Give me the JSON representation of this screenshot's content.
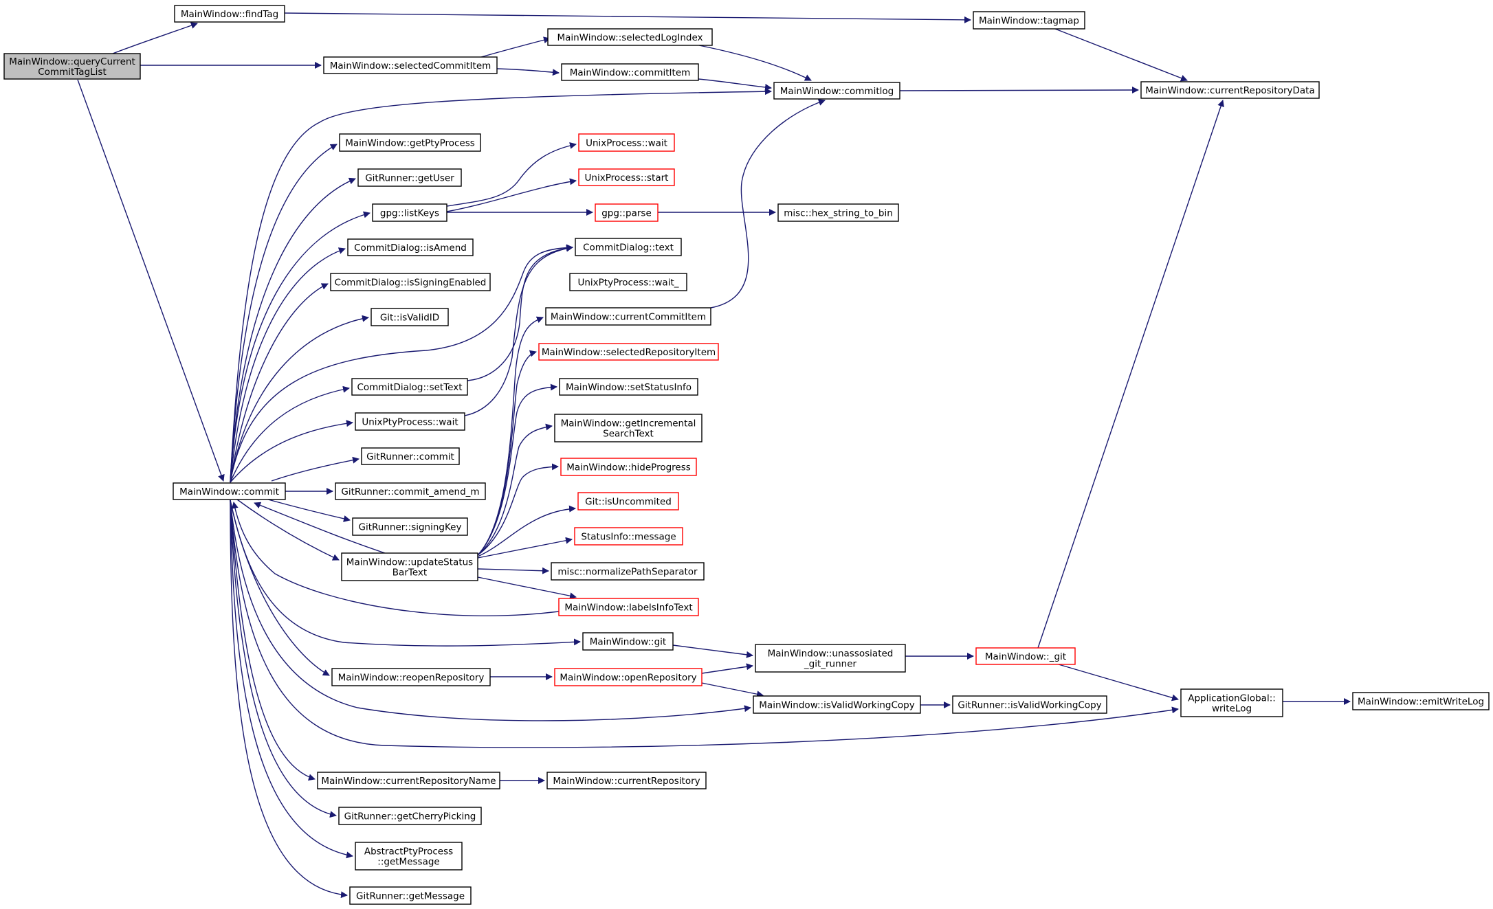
{
  "colors": {
    "edge": "#191970",
    "node_border": "#000000",
    "node_border_external": "#ff0000",
    "node_fill": "#ffffff",
    "root_fill": "#bfbfbf"
  },
  "nodes": [
    {
      "id": "qcctl",
      "lines": [
        "MainWindow::queryCurrent",
        "CommitTagList"
      ],
      "style": "root"
    },
    {
      "id": "findTag",
      "lines": [
        "MainWindow::findTag"
      ],
      "style": "normal"
    },
    {
      "id": "tagmap",
      "lines": [
        "MainWindow::tagmap"
      ],
      "style": "normal"
    },
    {
      "id": "selectedCommitItem",
      "lines": [
        "MainWindow::selectedCommitItem"
      ],
      "style": "normal"
    },
    {
      "id": "selectedLogIndex",
      "lines": [
        "MainWindow::selectedLogIndex"
      ],
      "style": "normal"
    },
    {
      "id": "commitItem",
      "lines": [
        "MainWindow::commitItem"
      ],
      "style": "normal"
    },
    {
      "id": "commitlog",
      "lines": [
        "MainWindow::commitlog"
      ],
      "style": "normal"
    },
    {
      "id": "currentRepositoryData",
      "lines": [
        "MainWindow::currentRepositoryData"
      ],
      "style": "normal"
    },
    {
      "id": "getPtyProcess",
      "lines": [
        "MainWindow::getPtyProcess"
      ],
      "style": "normal"
    },
    {
      "id": "getUser",
      "lines": [
        "GitRunner::getUser"
      ],
      "style": "normal"
    },
    {
      "id": "listKeys",
      "lines": [
        "gpg::listKeys"
      ],
      "style": "normal"
    },
    {
      "id": "upWait",
      "lines": [
        "UnixProcess::wait"
      ],
      "style": "red"
    },
    {
      "id": "upStart",
      "lines": [
        "UnixProcess::start"
      ],
      "style": "red"
    },
    {
      "id": "gpgParse",
      "lines": [
        "gpg::parse"
      ],
      "style": "red"
    },
    {
      "id": "hexToBin",
      "lines": [
        "misc::hex_string_to_bin"
      ],
      "style": "normal"
    },
    {
      "id": "isAmend",
      "lines": [
        "CommitDialog::isAmend"
      ],
      "style": "normal"
    },
    {
      "id": "cdText",
      "lines": [
        "CommitDialog::text"
      ],
      "style": "normal"
    },
    {
      "id": "isSigningEnabled",
      "lines": [
        "CommitDialog::isSigningEnabled"
      ],
      "style": "normal"
    },
    {
      "id": "uppWaitU",
      "lines": [
        "UnixPtyProcess::wait_"
      ],
      "style": "normal"
    },
    {
      "id": "isValidID",
      "lines": [
        "Git::isValidID"
      ],
      "style": "normal"
    },
    {
      "id": "currentCommitItem",
      "lines": [
        "MainWindow::currentCommitItem"
      ],
      "style": "normal"
    },
    {
      "id": "selectedRepositoryItem",
      "lines": [
        "MainWindow::selectedRepositoryItem"
      ],
      "style": "red"
    },
    {
      "id": "setText",
      "lines": [
        "CommitDialog::setText"
      ],
      "style": "normal"
    },
    {
      "id": "setStatusInfo",
      "lines": [
        "MainWindow::setStatusInfo"
      ],
      "style": "normal"
    },
    {
      "id": "uppWait",
      "lines": [
        "UnixPtyProcess::wait"
      ],
      "style": "normal"
    },
    {
      "id": "getIncSearch",
      "lines": [
        "MainWindow::getIncremental",
        "SearchText"
      ],
      "style": "normal"
    },
    {
      "id": "grCommit",
      "lines": [
        "GitRunner::commit"
      ],
      "style": "normal"
    },
    {
      "id": "hideProgress",
      "lines": [
        "MainWindow::hideProgress"
      ],
      "style": "red"
    },
    {
      "id": "commit",
      "lines": [
        "MainWindow::commit"
      ],
      "style": "normal"
    },
    {
      "id": "commitAmend",
      "lines": [
        "GitRunner::commit_amend_m"
      ],
      "style": "normal"
    },
    {
      "id": "isUncommited",
      "lines": [
        "Git::isUncommited"
      ],
      "style": "red"
    },
    {
      "id": "signingKey",
      "lines": [
        "GitRunner::signingKey"
      ],
      "style": "normal"
    },
    {
      "id": "siMessage",
      "lines": [
        "StatusInfo::message"
      ],
      "style": "red"
    },
    {
      "id": "updateStatusBar",
      "lines": [
        "MainWindow::updateStatus",
        "BarText"
      ],
      "style": "normal"
    },
    {
      "id": "normalizePath",
      "lines": [
        "misc::normalizePathSeparator"
      ],
      "style": "normal"
    },
    {
      "id": "labelsInfo",
      "lines": [
        "MainWindow::labelsInfoText"
      ],
      "style": "red"
    },
    {
      "id": "mwGit",
      "lines": [
        "MainWindow::git"
      ],
      "style": "normal"
    },
    {
      "id": "unassGit",
      "lines": [
        "MainWindow::unassosiated",
        "_git_runner"
      ],
      "style": "normal"
    },
    {
      "id": "mwUGit",
      "lines": [
        "MainWindow::_git"
      ],
      "style": "red"
    },
    {
      "id": "reopenRepo",
      "lines": [
        "MainWindow::reopenRepository"
      ],
      "style": "normal"
    },
    {
      "id": "openRepo",
      "lines": [
        "MainWindow::openRepository"
      ],
      "style": "red"
    },
    {
      "id": "appWriteLog",
      "lines": [
        "ApplicationGlobal::",
        "writeLog"
      ],
      "style": "normal"
    },
    {
      "id": "emitWriteLog",
      "lines": [
        "MainWindow::emitWriteLog"
      ],
      "style": "normal"
    },
    {
      "id": "isValidWC",
      "lines": [
        "MainWindow::isValidWorkingCopy"
      ],
      "style": "normal"
    },
    {
      "id": "grIsValidWC",
      "lines": [
        "GitRunner::isValidWorkingCopy"
      ],
      "style": "normal"
    },
    {
      "id": "curRepoName",
      "lines": [
        "MainWindow::currentRepositoryName"
      ],
      "style": "normal"
    },
    {
      "id": "curRepo",
      "lines": [
        "MainWindow::currentRepository"
      ],
      "style": "normal"
    },
    {
      "id": "cherryPicking",
      "lines": [
        "GitRunner::getCherryPicking"
      ],
      "style": "normal"
    },
    {
      "id": "aptGetMessage",
      "lines": [
        "AbstractPtyProcess",
        "::getMessage"
      ],
      "style": "normal"
    },
    {
      "id": "grGetMessage",
      "lines": [
        "GitRunner::getMessage"
      ],
      "style": "normal"
    }
  ]
}
